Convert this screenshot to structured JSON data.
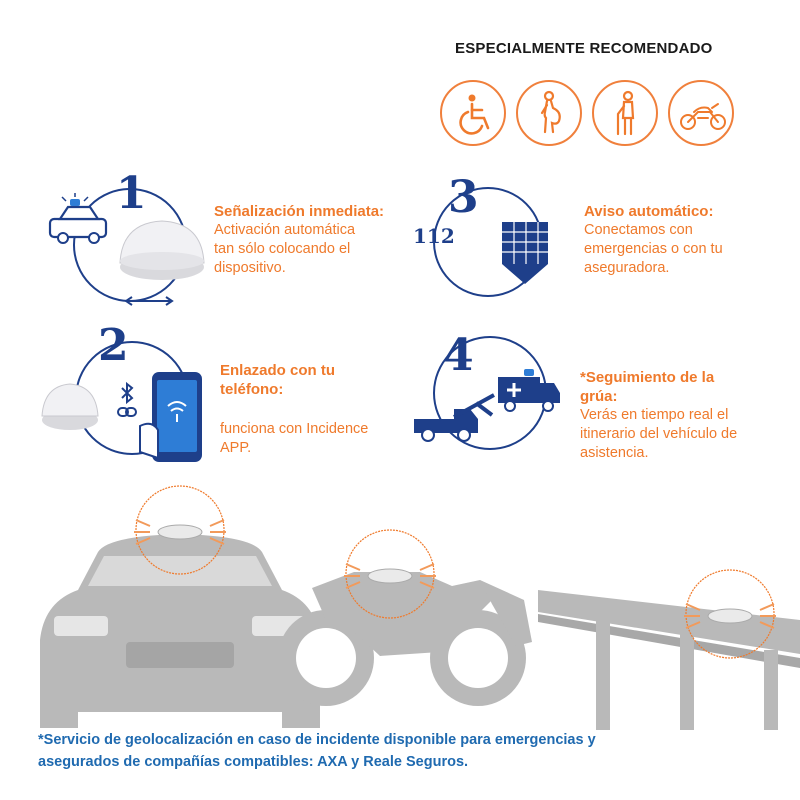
{
  "recommended": {
    "title": "ESPECIALMENTE RECOMENDADO",
    "icons": [
      "wheelchair-icon",
      "pregnant-woman-icon",
      "elderly-person-icon",
      "motorcycle-icon"
    ]
  },
  "features": [
    {
      "number": "1",
      "title": "Señalización inmediata:",
      "desc_lines": [
        "Activación automática",
        "tan sólo colocando el",
        "dispositivo."
      ]
    },
    {
      "number": "2",
      "title_lines": [
        "Enlazado con tu",
        "teléfono:"
      ],
      "desc_lines": [
        "funciona con Incidence",
        "APP."
      ]
    },
    {
      "number": "3",
      "emergency_code": "112",
      "title": "Aviso automático:",
      "desc_lines": [
        "Conectamos con",
        "emergencias o con tu",
        "aseguradora."
      ]
    },
    {
      "number": "4",
      "title_lines": [
        "*Seguimiento de la",
        "grúa:"
      ],
      "desc_lines": [
        "Verás en tiempo real el",
        "itinerario del vehículo de",
        "asistencia."
      ]
    }
  ],
  "footer": {
    "lines": [
      "*Servicio de geolocalización en caso de incidente disponible para emergencias y",
      "asegurados de compañías compatibles: AXA y Reale Seguros."
    ]
  },
  "colors": {
    "orange": "#ef7a2c",
    "navy": "#1e3f8a",
    "footer_blue": "#1f6ab0",
    "vehicle_gray": "#b9b9b9"
  }
}
